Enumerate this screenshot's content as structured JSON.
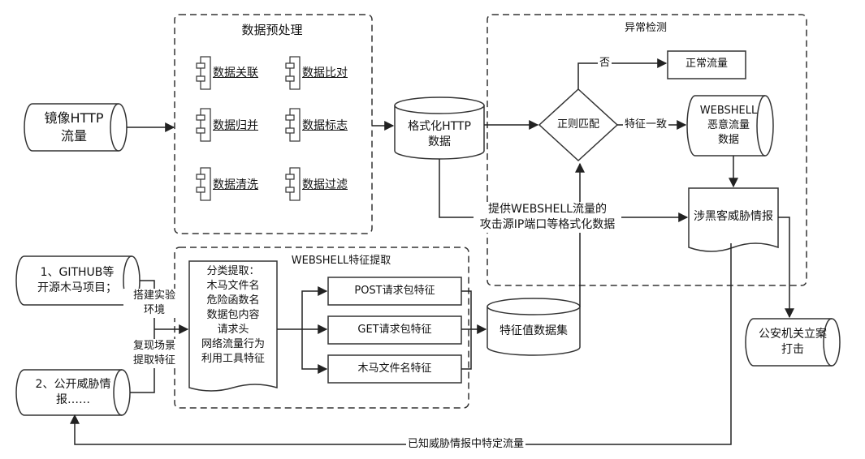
{
  "preprocess": {
    "title": "数据预处理",
    "items": [
      "数据关联",
      "数据比对",
      "数据归并",
      "数据标志",
      "数据清洗",
      "数据过滤"
    ]
  },
  "mirror": {
    "line1": "镜像HTTP",
    "line2": "流量"
  },
  "formatted": {
    "line1": "格式化HTTP",
    "line2": "数据"
  },
  "anomaly": {
    "title": "异常检测",
    "regex": "正则匹配",
    "no_label": "否",
    "normal": "正常流量",
    "match_label": "特征一致",
    "webshell_line1": "WEBSHELL",
    "webshell_line2": "恶意流量",
    "webshell_line3": "数据"
  },
  "provide_text": {
    "line1": "提供WEBSHELL流量的",
    "line2": "攻击源IP端口等格式化数据"
  },
  "intel": "涉黑客威胁情报",
  "police": {
    "line1": "公安机关立案",
    "line2": "打击"
  },
  "sources": {
    "first_line1": "1、GITHUB等",
    "first_line2": "开源木马项目；",
    "second_line1": "2、公开威胁情",
    "second_line2": "报……"
  },
  "labels": {
    "lab_line1": "搭建实验",
    "lab_line2": "环境",
    "repro_line1": "复现场景",
    "repro_line2": "提取特征"
  },
  "extraction": {
    "title": "WEBSHELL特征提取",
    "classify": [
      "分类提取：",
      "木马文件名",
      "危险函数名",
      "数据包内容",
      "请求头",
      "网络流量行为",
      "利用工具特征"
    ],
    "post": "POST请求包特征",
    "get": "GET请求包特征",
    "trojan": "木马文件名特征",
    "featdb": "特征值数据集"
  },
  "bottom_label": "已知威胁情报中特定流量"
}
